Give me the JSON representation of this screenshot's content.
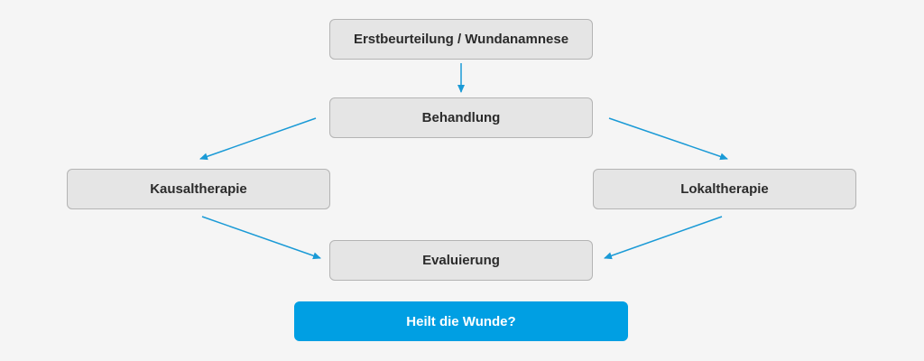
{
  "diagram": {
    "nodes": {
      "start": "Erstbeurteilung / Wundanamnese",
      "treatment": "Behandlung",
      "causal": "Kausaltherapie",
      "local": "Lokaltherapie",
      "evaluation": "Evaluierung",
      "question": "Heilt die Wunde?"
    },
    "edges": [
      {
        "from": "start",
        "to": "treatment"
      },
      {
        "from": "treatment",
        "to": "causal"
      },
      {
        "from": "treatment",
        "to": "local"
      },
      {
        "from": "causal",
        "to": "evaluation"
      },
      {
        "from": "local",
        "to": "evaluation"
      }
    ],
    "colors": {
      "arrow": "#1a9ad6",
      "node_fill": "#e5e5e5",
      "node_border": "#b4b4b4",
      "highlight_fill": "#009fe3",
      "background": "#f5f5f5"
    }
  }
}
